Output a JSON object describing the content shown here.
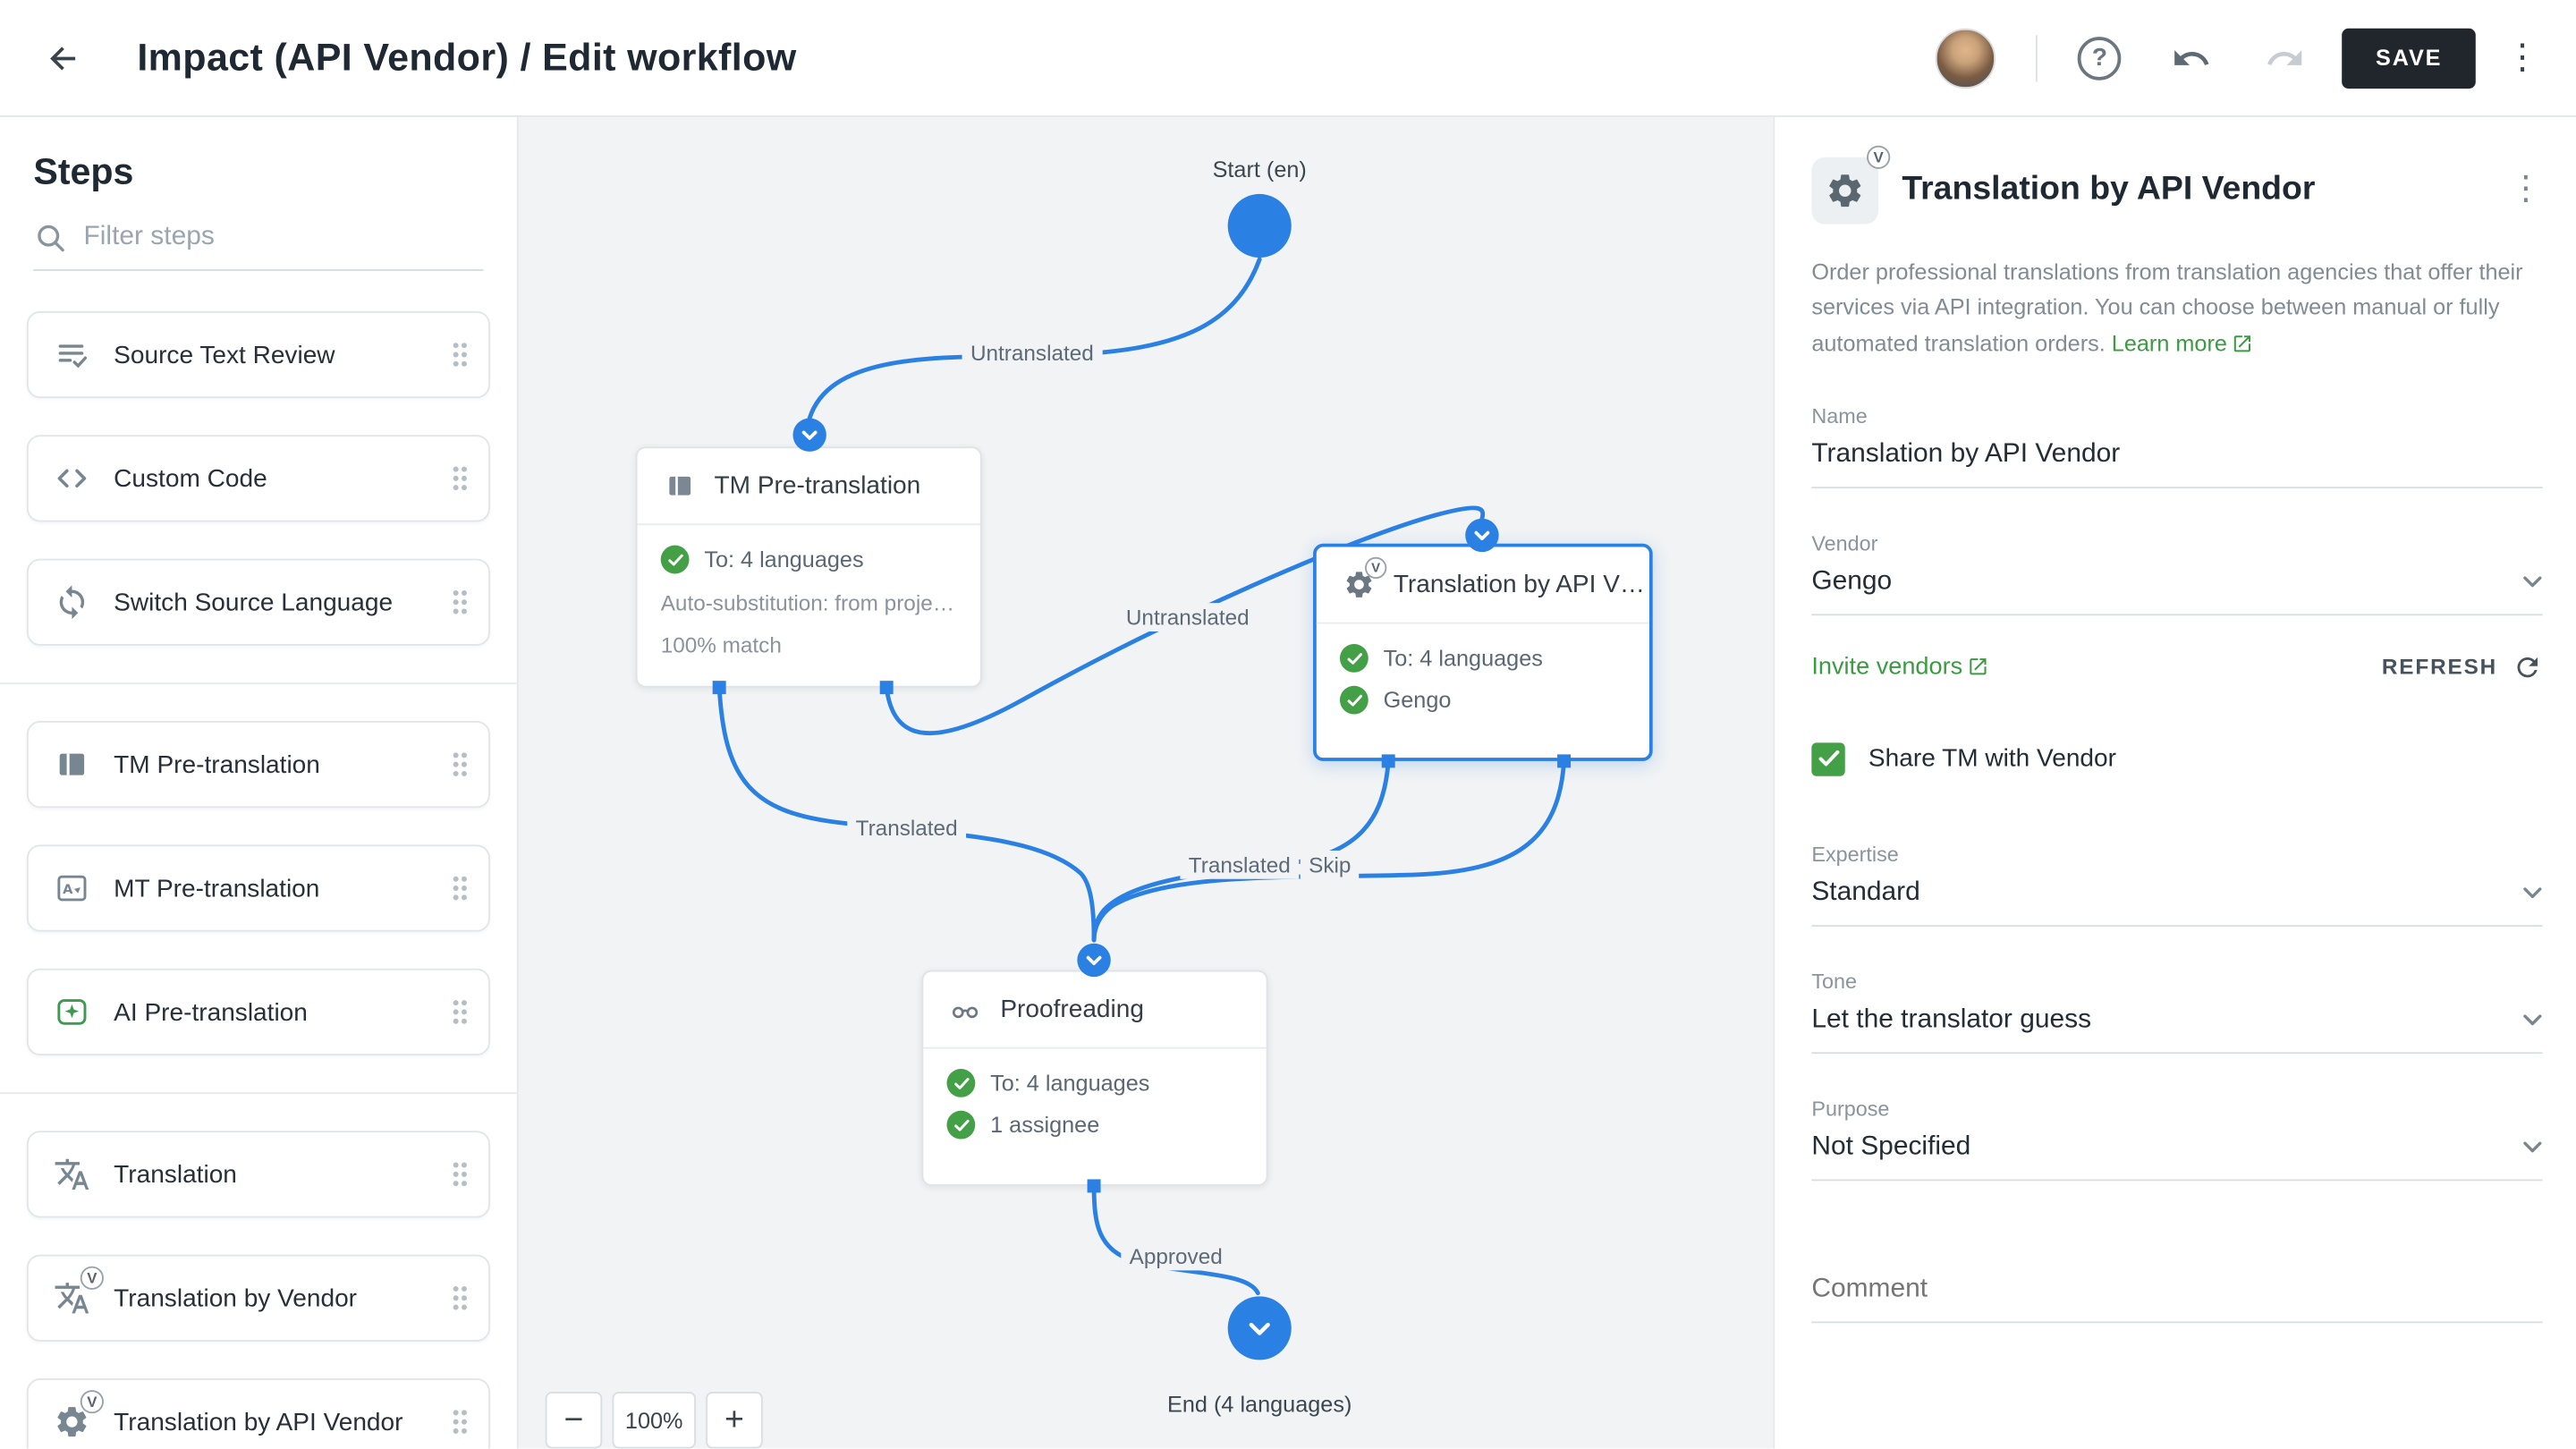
{
  "header": {
    "title": "Impact (API Vendor) / Edit workflow",
    "save_label": "SAVE"
  },
  "sidebar": {
    "title": "Steps",
    "filter_placeholder": "Filter steps",
    "groups": [
      {
        "items": [
          {
            "label": "Source Text Review",
            "icon": "source-text-review-icon"
          },
          {
            "label": "Custom Code",
            "icon": "code-icon"
          },
          {
            "label": "Switch Source Language",
            "icon": "sync-icon"
          }
        ]
      },
      {
        "items": [
          {
            "label": "TM Pre-translation",
            "icon": "tm-book-icon"
          },
          {
            "label": "MT Pre-translation",
            "icon": "mt-box-icon"
          },
          {
            "label": "AI Pre-translation",
            "icon": "ai-sparkle-icon"
          }
        ]
      },
      {
        "items": [
          {
            "label": "Translation",
            "icon": "translate-icon"
          },
          {
            "label": "Translation by Vendor",
            "icon": "translate-icon",
            "badge": "V"
          },
          {
            "label": "Translation by API Vendor",
            "icon": "gear-icon",
            "badge": "V"
          }
        ]
      }
    ]
  },
  "canvas": {
    "start_label": "Start (en)",
    "end_label": "End (4 languages)",
    "zoom_level": "100%",
    "edge_labels": [
      "Untranslated",
      "Untranslated",
      "Translated",
      "Translated",
      "Skip",
      "Approved"
    ],
    "nodes": {
      "tm": {
        "title": "TM Pre-translation",
        "to": "To: 4 languages",
        "auto_sub": "Auto-substitution: from proje…",
        "match": "100% match"
      },
      "api_vendor": {
        "title": "Translation by API V…",
        "to": "To: 4 languages",
        "vendor": "Gengo",
        "badge": "V"
      },
      "proofreading": {
        "title": "Proofreading",
        "to": "To: 4 languages",
        "assignee": "1 assignee"
      }
    }
  },
  "panel": {
    "title": "Translation by API Vendor",
    "badge": "V",
    "description": "Order professional translations from translation agencies that offer their services via API integration. You can choose between manual or fully automated translation orders.",
    "learn_more": "Learn more",
    "name_label": "Name",
    "name_value": "Translation by API Vendor",
    "vendor_label": "Vendor",
    "vendor_value": "Gengo",
    "invite_vendors": "Invite vendors",
    "refresh_label": "REFRESH",
    "share_tm_label": "Share TM with Vendor",
    "expertise_label": "Expertise",
    "expertise_value": "Standard",
    "tone_label": "Tone",
    "tone_value": "Let the translator guess",
    "purpose_label": "Purpose",
    "purpose_value": "Not Specified",
    "comment_placeholder": "Comment"
  },
  "colors": {
    "accent_blue": "#2b80e4",
    "success_green": "#43a047",
    "link_green": "#3c9a43",
    "save_button_bg": "#20262b",
    "canvas_bg": "#f1f3f4"
  }
}
